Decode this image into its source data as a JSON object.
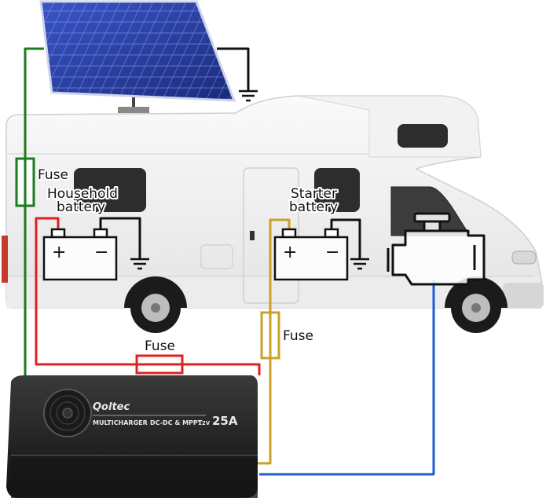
{
  "labels": {
    "fuse_solar": "Fuse",
    "household_battery_line1": "Household",
    "household_battery_line2": "battery",
    "starter_battery_line1": "Starter",
    "starter_battery_line2": "battery",
    "fuse_starter": "Fuse",
    "fuse_household": "Fuse",
    "plus": "+",
    "minus": "−"
  },
  "device": {
    "brand": "Qoltec",
    "model": "MULTICHARGER",
    "type": "DC-DC & MPPT",
    "voltage": "12V",
    "current": "25A"
  },
  "wire_colors": {
    "solar": "#1e7b1e",
    "household_positive": "#e02020",
    "starter": "#c9a227",
    "engine": "#1f5bd6",
    "ground": "#111111"
  }
}
